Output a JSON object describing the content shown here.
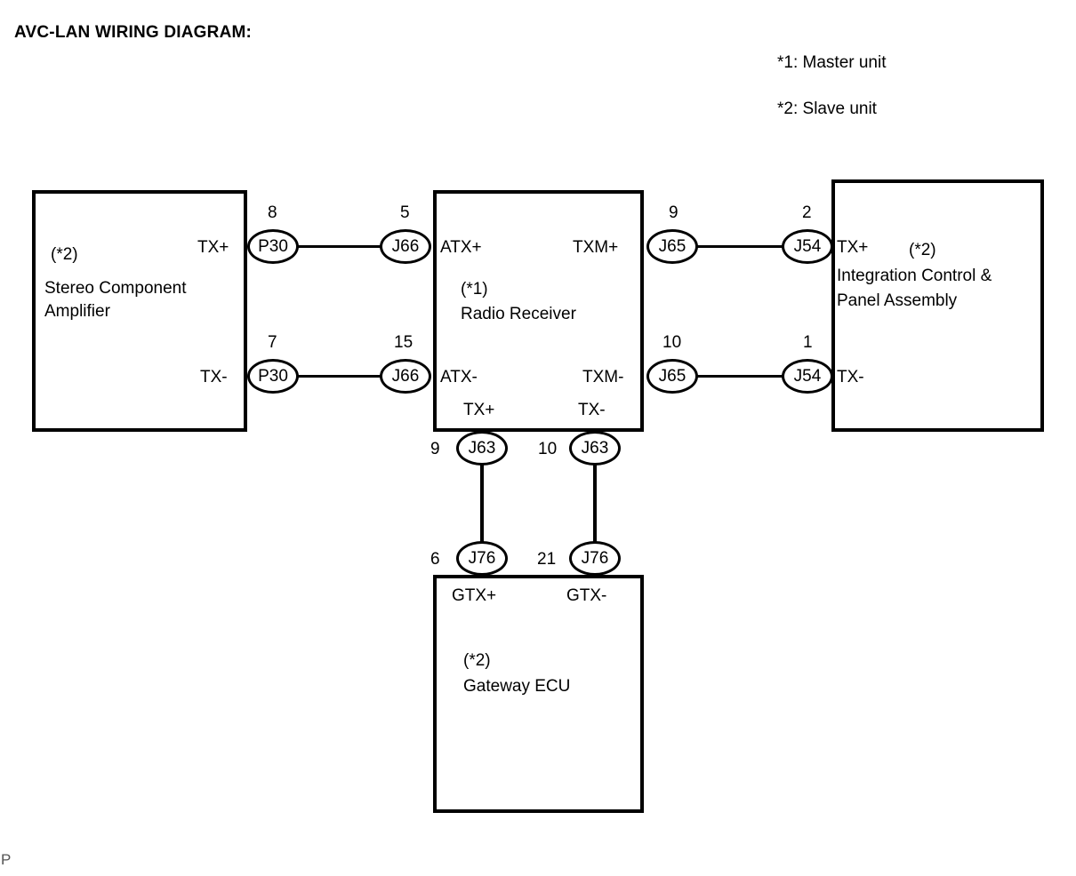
{
  "title": "AVC-LAN WIRING DIAGRAM:",
  "legend": {
    "note1": "*1: Master unit",
    "note2": "*2: Slave unit"
  },
  "page_mark": "P",
  "boxes": {
    "amplifier": {
      "marker": "(*2)",
      "name_line1": "Stereo Component",
      "name_line2": "Amplifier",
      "terminal_top": "TX+",
      "terminal_bottom": "TX-"
    },
    "radio": {
      "marker": "(*1)",
      "name_line1": "Radio Receiver",
      "terminal_left_top": "ATX+",
      "terminal_left_bottom": "ATX-",
      "terminal_right_top": "TXM+",
      "terminal_right_bottom": "TXM-",
      "terminal_bottom_left": "TX+",
      "terminal_bottom_right": "TX-"
    },
    "integration": {
      "marker": "(*2)",
      "name_line1": "Integration Control &",
      "name_line2": "Panel Assembly",
      "terminal_top": "TX+",
      "terminal_bottom": "TX-"
    },
    "gateway": {
      "marker": "(*2)",
      "name_line1": "Gateway ECU",
      "terminal_left": "GTX+",
      "terminal_right": "GTX-"
    }
  },
  "connectors": {
    "amp_txp": {
      "code": "P30",
      "pin": "8"
    },
    "amp_txm": {
      "code": "P30",
      "pin": "7"
    },
    "radio_atxp": {
      "code": "J66",
      "pin": "5"
    },
    "radio_atxm": {
      "code": "J66",
      "pin": "15"
    },
    "radio_txmp": {
      "code": "J65",
      "pin": "9"
    },
    "radio_txmm": {
      "code": "J65",
      "pin": "10"
    },
    "int_txp": {
      "code": "J54",
      "pin": "2"
    },
    "int_txm": {
      "code": "J54",
      "pin": "1"
    },
    "radio_txp": {
      "code": "J63",
      "pin": "9"
    },
    "radio_txm": {
      "code": "J63",
      "pin": "10"
    },
    "gw_gtxp": {
      "code": "J76",
      "pin": "6"
    },
    "gw_gtxm": {
      "code": "J76",
      "pin": "21"
    }
  }
}
